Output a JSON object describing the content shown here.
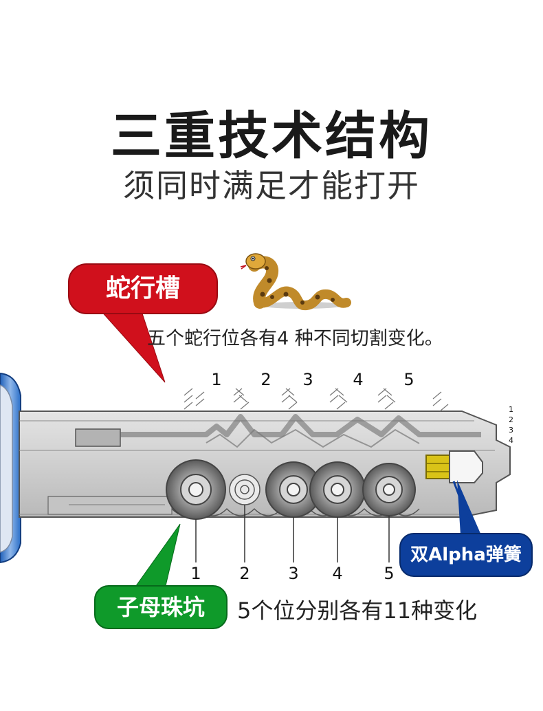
{
  "title": "三重技术结构",
  "subtitle": "须同时满足才能打开",
  "snake_groove": {
    "label": "蛇行槽",
    "description": "五个蛇行位各有4 种不同切割变化。",
    "positions": [
      "1",
      "2",
      "3",
      "4",
      "5"
    ],
    "variations": [
      "1",
      "2",
      "3",
      "4"
    ],
    "color": "#d0101c"
  },
  "bead_pit": {
    "label": "子母珠坑",
    "description": "5个位分别各有11种变化",
    "positions": [
      "1",
      "2",
      "3",
      "4",
      "5"
    ],
    "color": "#0f9a2a"
  },
  "spring": {
    "label": "双Alpha弹簧",
    "color": "#0d3f9c"
  },
  "icons": [
    "snake-icon",
    "key-blade",
    "key-head"
  ]
}
